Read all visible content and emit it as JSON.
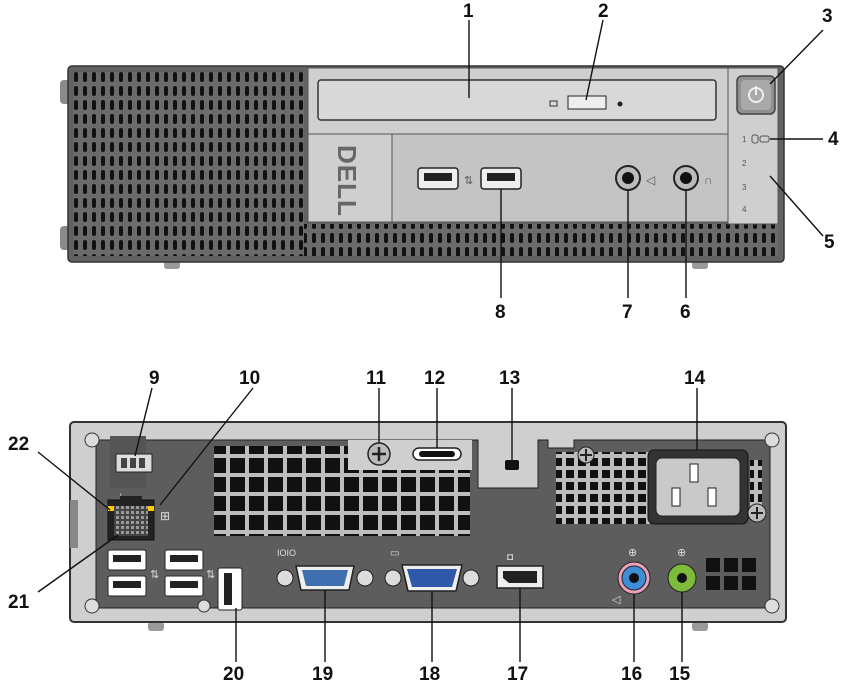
{
  "front_view": {
    "brand": "DELL",
    "callouts": [
      "1",
      "2",
      "3",
      "4",
      "5",
      "6",
      "7",
      "8"
    ]
  },
  "back_view": {
    "callouts": [
      "9",
      "10",
      "11",
      "12",
      "13",
      "14",
      "15",
      "16",
      "17",
      "18",
      "19",
      "20",
      "21",
      "22"
    ]
  },
  "colors": {
    "chassis": "#5a5a5a",
    "panel": "#c9c9c9",
    "line_in": "#3d8ed6",
    "line_out": "#7dbb3a",
    "mic": "#e9a0b8"
  }
}
